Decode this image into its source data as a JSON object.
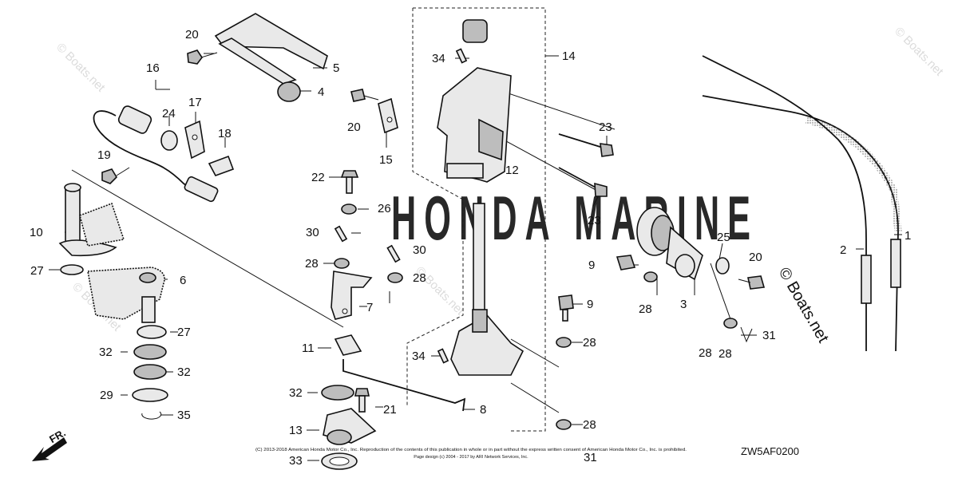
{
  "diagram": {
    "code": "ZW5AF0200",
    "direction_label": "FR.",
    "watermark": "© Boats.net",
    "brand_watermark": "HONDA MARINE",
    "copyright_lines": [
      "(C) 2013-2018 American Honda Motor Co., Inc. Reproduction of the contents of this publication in whole or in part without the express written consent of American Honda Motor Co., Inc. is prohibited.",
      "Page design (c) 2004 - 2017 by ARI Network Services, Inc."
    ],
    "callouts": [
      "1",
      "2",
      "3",
      "4",
      "5",
      "6",
      "7",
      "8",
      "9",
      "9",
      "10",
      "11",
      "12",
      "13",
      "14",
      "15",
      "16",
      "17",
      "18",
      "19",
      "20",
      "20",
      "20",
      "21",
      "22",
      "23",
      "23",
      "24",
      "25",
      "26",
      "27",
      "27",
      "28",
      "28",
      "28",
      "28",
      "28",
      "28",
      "28",
      "29",
      "30",
      "30",
      "31",
      "31",
      "32",
      "32",
      "32",
      "33",
      "34",
      "34",
      "35"
    ]
  }
}
